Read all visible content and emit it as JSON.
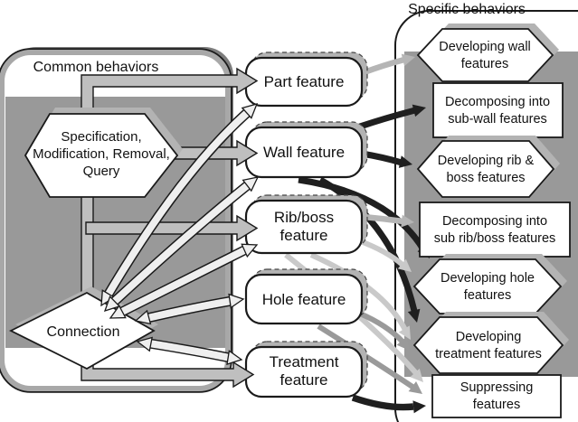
{
  "titles": {
    "common": "Common behaviors",
    "specific": "Specific behaviors"
  },
  "common_behaviors": {
    "command_hexagon": {
      "lines": [
        "Specification,",
        "Modification, Removal,",
        "Query"
      ]
    },
    "connection_diamond": {
      "label": "Connection"
    }
  },
  "features": {
    "part": {
      "lines": [
        "Part feature"
      ]
    },
    "wall": {
      "lines": [
        "Wall feature"
      ]
    },
    "ribboss": {
      "lines": [
        "Rib/boss",
        "feature"
      ]
    },
    "hole": {
      "lines": [
        "Hole feature"
      ]
    },
    "treatment": {
      "lines": [
        "Treatment",
        "feature"
      ]
    }
  },
  "specific_behaviors": {
    "dev_wall": {
      "shape": "hexagon",
      "lines": [
        "Developing wall",
        "features"
      ]
    },
    "sub_wall": {
      "shape": "rect",
      "lines": [
        "Decomposing into",
        "sub-wall features"
      ]
    },
    "dev_ribboss": {
      "shape": "hexagon",
      "lines": [
        "Developing rib &",
        "boss features"
      ]
    },
    "sub_ribboss": {
      "shape": "rect",
      "lines": [
        "Decomposing into",
        "sub rib/boss features"
      ]
    },
    "dev_hole": {
      "shape": "hexagon",
      "lines": [
        "Developing hole",
        "features"
      ]
    },
    "dev_treatment": {
      "shape": "hexagon",
      "lines": [
        "Developing",
        "treatment features"
      ]
    },
    "suppress": {
      "shape": "rect",
      "lines": [
        "Suppressing",
        "features"
      ]
    }
  },
  "edges": [
    {
      "from": "command_hexagon",
      "to": "part",
      "style": "pipe"
    },
    {
      "from": "command_hexagon",
      "to": "wall",
      "style": "pipe"
    },
    {
      "from": "command_hexagon",
      "to": "ribboss",
      "style": "pipe"
    },
    {
      "from": "connection_diamond",
      "to": "treatment",
      "style": "pipe"
    },
    {
      "from": "connection_diamond",
      "to": "part",
      "style": "double-arrow"
    },
    {
      "from": "connection_diamond",
      "to": "wall",
      "style": "double-arrow"
    },
    {
      "from": "connection_diamond",
      "to": "ribboss",
      "style": "double-arrow"
    },
    {
      "from": "connection_diamond",
      "to": "hole",
      "style": "double-arrow"
    },
    {
      "from": "connection_diamond",
      "to": "treatment",
      "style": "double-arrow"
    },
    {
      "from": "part",
      "to": "dev_wall",
      "color": "arrow_part"
    },
    {
      "from": "wall",
      "to": "sub_wall",
      "color": "arrow_black"
    },
    {
      "from": "wall",
      "to": "dev_ribboss",
      "color": "arrow_black"
    },
    {
      "from": "wall",
      "to": "dev_hole",
      "color": "arrow_black"
    },
    {
      "from": "wall",
      "to": "dev_treatment",
      "color": "arrow_black"
    },
    {
      "from": "ribboss",
      "to": "sub_ribboss",
      "color": "arrow_part"
    },
    {
      "from": "ribboss",
      "to": "dev_hole",
      "color": "arrow_light"
    },
    {
      "from": "ribboss",
      "to": "dev_treatment",
      "color": "arrow_light"
    },
    {
      "from": "ribboss",
      "to": "suppress",
      "color": "arrow_light"
    },
    {
      "from": "hole",
      "to": "dev_treatment",
      "color": "arrow_mid"
    },
    {
      "from": "hole",
      "to": "suppress",
      "color": "arrow_mid"
    },
    {
      "from": "treatment",
      "to": "suppress",
      "color": "arrow_black"
    }
  ],
  "colors": {
    "panel_gray": "#999999",
    "panel_border": "#a8a8a8",
    "panel_shadow": "#7d7d7d",
    "bevel": "#b3b3b3",
    "pipe": "#bfbfbf",
    "white_arrow": "#efefef",
    "arrow_black": "#1f1f1f",
    "arrow_light": "#c9c9c9",
    "arrow_mid": "#9a9a9a",
    "arrow_part": "#b5b5b5"
  }
}
